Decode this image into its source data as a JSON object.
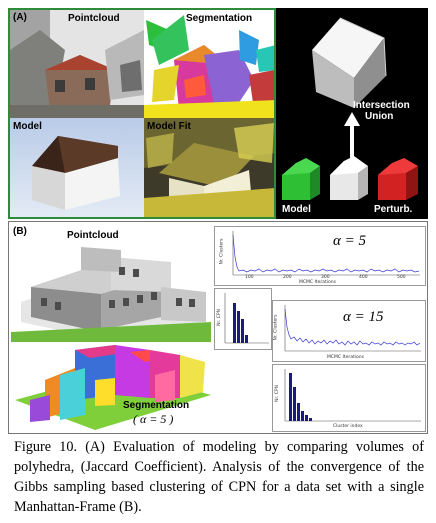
{
  "figure_a": {
    "panel_label": "(A)",
    "pointcloud_label": "Pointcloud",
    "segmentation_label": "Segmentation",
    "model_label": "Model",
    "model_fit_label": "Model Fit",
    "intersection_label": "Intersection",
    "union_label": "Union",
    "model_small_label": "Model",
    "perturb_label": "Perturb."
  },
  "figure_b": {
    "panel_label": "(B)",
    "pointcloud_label": "Pointcloud",
    "segmentation_label": "Segmentation",
    "alpha_caption": "( α = 5 )",
    "plot1_alpha": "α = 5",
    "plot2_alpha": "α = 15",
    "plot1_xlabel": "MCMC Iterations",
    "plot1_ylabel": "Nr. Clusters",
    "plot1_xticks": [
      "100",
      "200",
      "300",
      "400",
      "500"
    ],
    "plot2_xlabel": "MCMC Iterations",
    "plot2_ylabel": "Nr. Clusters",
    "hist1_ylabel": "Nr. CPN",
    "hist2_xlabel": "Cluster index",
    "hist2_ylabel": "Nr. CPN"
  },
  "caption": {
    "text": "Figure 10. (A) Evaluation of modeling by comparing volumes of polyhedra, (Jaccard Coefficient). Analysis of the convergence of the Gibbs sampling based clustering of CPN for a data set with a single Manhattan-Frame (B)."
  },
  "colors": {
    "green_border": "#2e8b3a",
    "trace_blue": "#3a3ad6",
    "bar_navy": "#1a1a80"
  }
}
